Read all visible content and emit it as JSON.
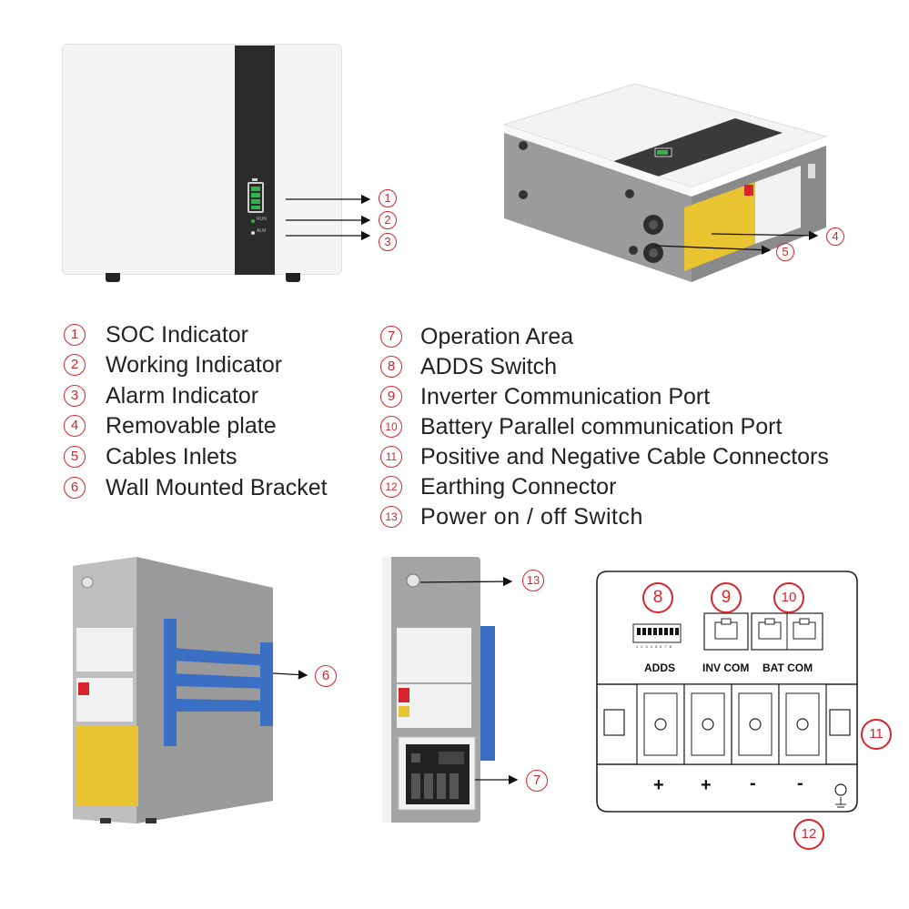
{
  "legend": [
    {
      "num": "1",
      "label": "SOC Indicator"
    },
    {
      "num": "2",
      "label": "Working Indicator"
    },
    {
      "num": "3",
      "label": "Alarm Indicator"
    },
    {
      "num": "4",
      "label": "Removable plate"
    },
    {
      "num": "5",
      "label": "Cables Inlets"
    },
    {
      "num": "6",
      "label": "Wall Mounted Bracket"
    },
    {
      "num": "7",
      "label": "Operation Area"
    },
    {
      "num": "8",
      "label": "ADDS Switch"
    },
    {
      "num": "9",
      "label": "Inverter Communication Port"
    },
    {
      "num": "10",
      "label": "Battery Parallel communication Port"
    },
    {
      "num": "11",
      "label": "Positive and Negative Cable Connectors"
    },
    {
      "num": "12",
      "label": "Earthing Connector"
    },
    {
      "num": "13",
      "label": "Power on / off Switch"
    }
  ],
  "front": {
    "run_label": "RUN",
    "alm_label": "ALM"
  },
  "panel": {
    "adds_label": "ADDS",
    "inv_com_label": "INV COM",
    "bat_com_label": "BAT COM",
    "dip_numbers": [
      "1",
      "2",
      "3",
      "4",
      "5",
      "6",
      "7",
      "8"
    ],
    "terminal_signs": [
      "+",
      "+",
      "-",
      "-"
    ]
  },
  "colors": {
    "callout_red": "#d7262b",
    "soc_green": "#2fb34a",
    "bracket_blue": "#3a6fc4",
    "warning_yellow": "#e8c430"
  }
}
